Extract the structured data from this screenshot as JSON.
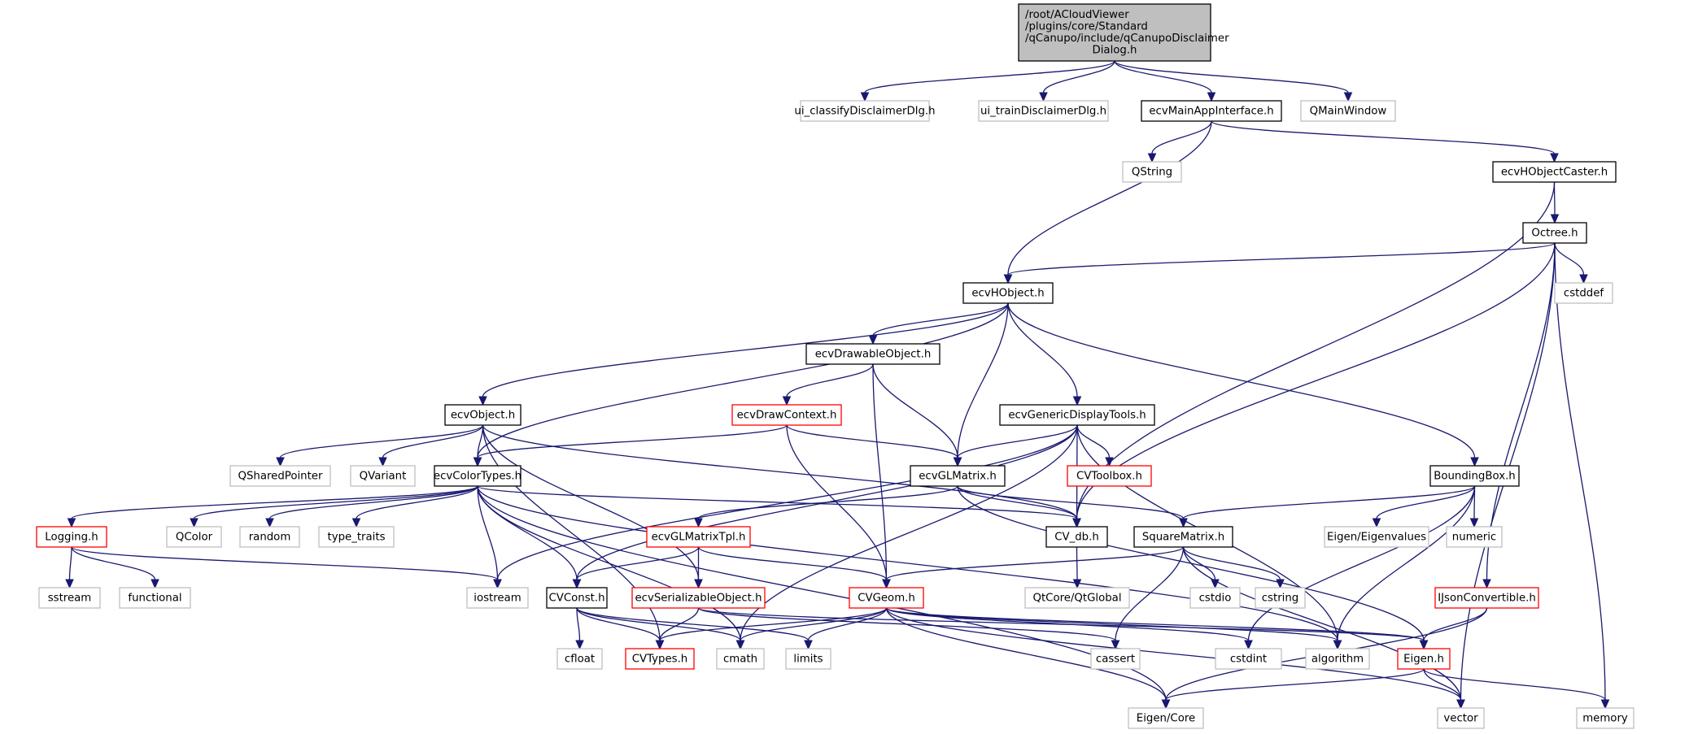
{
  "diagram": {
    "type": "include-dependency-graph",
    "colors": {
      "edge": "#191970",
      "root_fill": "#bfbfbf",
      "documented_border": "#000000",
      "truncated_border": "#ff0000",
      "external_border": "#bfbfbf"
    },
    "nodes": [
      {
        "id": "root",
        "kind": "root",
        "lines": [
          "/root/ACloudViewer",
          "/plugins/core/Standard",
          "/qCanupo/include/qCanupoDisclaimer",
          "Dialog.h"
        ]
      },
      {
        "id": "ui_classify",
        "kind": "ext",
        "lines": [
          "ui_classifyDisclaimerDlg.h"
        ]
      },
      {
        "id": "ui_train",
        "kind": "ext",
        "lines": [
          "ui_trainDisclaimerDlg.h"
        ]
      },
      {
        "id": "ecvMainAppInterface",
        "kind": "doc",
        "lines": [
          "ecvMainAppInterface.h"
        ]
      },
      {
        "id": "QMainWindow",
        "kind": "ext",
        "lines": [
          "QMainWindow"
        ]
      },
      {
        "id": "QString",
        "kind": "ext",
        "lines": [
          "QString"
        ]
      },
      {
        "id": "ecvHObjectCaster",
        "kind": "doc",
        "lines": [
          "ecvHObjectCaster.h"
        ]
      },
      {
        "id": "Octree",
        "kind": "doc",
        "lines": [
          "Octree.h"
        ]
      },
      {
        "id": "cstddef",
        "kind": "ext",
        "lines": [
          "cstddef"
        ]
      },
      {
        "id": "ecvHObject",
        "kind": "doc",
        "lines": [
          "ecvHObject.h"
        ]
      },
      {
        "id": "ecvDrawableObject",
        "kind": "doc",
        "lines": [
          "ecvDrawableObject.h"
        ]
      },
      {
        "id": "ecvObject",
        "kind": "doc",
        "lines": [
          "ecvObject.h"
        ]
      },
      {
        "id": "ecvDrawContext",
        "kind": "trunc",
        "lines": [
          "ecvDrawContext.h"
        ]
      },
      {
        "id": "ecvGenericDisplayTools",
        "kind": "doc",
        "lines": [
          "ecvGenericDisplayTools.h"
        ]
      },
      {
        "id": "QSharedPointer",
        "kind": "ext",
        "lines": [
          "QSharedPointer"
        ]
      },
      {
        "id": "QVariant",
        "kind": "ext",
        "lines": [
          "QVariant"
        ]
      },
      {
        "id": "ecvColorTypes",
        "kind": "doc",
        "lines": [
          "ecvColorTypes.h"
        ]
      },
      {
        "id": "ecvGLMatrix",
        "kind": "doc",
        "lines": [
          "ecvGLMatrix.h"
        ]
      },
      {
        "id": "CVToolbox",
        "kind": "trunc",
        "lines": [
          "CVToolbox.h"
        ]
      },
      {
        "id": "BoundingBox",
        "kind": "doc",
        "lines": [
          "BoundingBox.h"
        ]
      },
      {
        "id": "Logging",
        "kind": "trunc",
        "lines": [
          "Logging.h"
        ]
      },
      {
        "id": "QColor",
        "kind": "ext",
        "lines": [
          "QColor"
        ]
      },
      {
        "id": "random",
        "kind": "ext",
        "lines": [
          "random"
        ]
      },
      {
        "id": "type_traits",
        "kind": "ext",
        "lines": [
          "type_traits"
        ]
      },
      {
        "id": "ecvGLMatrixTpl",
        "kind": "trunc",
        "lines": [
          "ecvGLMatrixTpl.h"
        ]
      },
      {
        "id": "CV_db",
        "kind": "doc",
        "lines": [
          "CV_db.h"
        ]
      },
      {
        "id": "SquareMatrix",
        "kind": "doc",
        "lines": [
          "SquareMatrix.h"
        ]
      },
      {
        "id": "Eigen_Eigenvalues",
        "kind": "ext",
        "lines": [
          "Eigen/Eigenvalues"
        ]
      },
      {
        "id": "numeric",
        "kind": "ext",
        "lines": [
          "numeric"
        ]
      },
      {
        "id": "sstream",
        "kind": "ext",
        "lines": [
          "sstream"
        ]
      },
      {
        "id": "functional",
        "kind": "ext",
        "lines": [
          "functional"
        ]
      },
      {
        "id": "iostream",
        "kind": "ext",
        "lines": [
          "iostream"
        ]
      },
      {
        "id": "CVConst",
        "kind": "doc",
        "lines": [
          "CVConst.h"
        ]
      },
      {
        "id": "ecvSerializableObject",
        "kind": "trunc",
        "lines": [
          "ecvSerializableObject.h"
        ]
      },
      {
        "id": "CVGeom",
        "kind": "trunc",
        "lines": [
          "CVGeom.h"
        ]
      },
      {
        "id": "QtCore_QtGlobal",
        "kind": "ext",
        "lines": [
          "QtCore/QtGlobal"
        ]
      },
      {
        "id": "cstdio",
        "kind": "ext",
        "lines": [
          "cstdio"
        ]
      },
      {
        "id": "cstring",
        "kind": "ext",
        "lines": [
          "cstring"
        ]
      },
      {
        "id": "IJsonConvertible",
        "kind": "trunc",
        "lines": [
          "IJsonConvertible.h"
        ]
      },
      {
        "id": "cfloat",
        "kind": "ext",
        "lines": [
          "cfloat"
        ]
      },
      {
        "id": "CVTypes",
        "kind": "trunc",
        "lines": [
          "CVTypes.h"
        ]
      },
      {
        "id": "cmath",
        "kind": "ext",
        "lines": [
          "cmath"
        ]
      },
      {
        "id": "limits",
        "kind": "ext",
        "lines": [
          "limits"
        ]
      },
      {
        "id": "cassert",
        "kind": "ext",
        "lines": [
          "cassert"
        ]
      },
      {
        "id": "cstdint",
        "kind": "ext",
        "lines": [
          "cstdint"
        ]
      },
      {
        "id": "algorithm",
        "kind": "ext",
        "lines": [
          "algorithm"
        ]
      },
      {
        "id": "Eigen",
        "kind": "trunc",
        "lines": [
          "Eigen.h"
        ]
      },
      {
        "id": "Eigen_Core",
        "kind": "ext",
        "lines": [
          "Eigen/Core"
        ]
      },
      {
        "id": "vector",
        "kind": "ext",
        "lines": [
          "vector"
        ]
      },
      {
        "id": "memory",
        "kind": "ext",
        "lines": [
          "memory"
        ]
      }
    ],
    "edges": [
      [
        "root",
        "ui_classify"
      ],
      [
        "root",
        "ui_train"
      ],
      [
        "root",
        "ecvMainAppInterface"
      ],
      [
        "root",
        "QMainWindow"
      ],
      [
        "ecvMainAppInterface",
        "QString"
      ],
      [
        "ecvMainAppInterface",
        "ecvHObject"
      ],
      [
        "ecvMainAppInterface",
        "ecvHObjectCaster"
      ],
      [
        "ecvHObjectCaster",
        "Octree"
      ],
      [
        "ecvHObjectCaster",
        "CV_db"
      ],
      [
        "Octree",
        "ecvHObject"
      ],
      [
        "Octree",
        "cstddef"
      ],
      [
        "Octree",
        "CV_db"
      ],
      [
        "Octree",
        "IJsonConvertible"
      ],
      [
        "Octree",
        "vector"
      ],
      [
        "Octree",
        "memory"
      ],
      [
        "ecvHObject",
        "ecvObject"
      ],
      [
        "ecvHObject",
        "ecvDrawableObject"
      ],
      [
        "ecvHObject",
        "ecvColorTypes"
      ],
      [
        "ecvHObject",
        "ecvGLMatrix"
      ],
      [
        "ecvHObject",
        "ecvGenericDisplayTools"
      ],
      [
        "ecvHObject",
        "BoundingBox"
      ],
      [
        "ecvDrawableObject",
        "ecvDrawContext"
      ],
      [
        "ecvDrawableObject",
        "ecvGLMatrix"
      ],
      [
        "ecvDrawableObject",
        "CVGeom"
      ],
      [
        "ecvObject",
        "QSharedPointer"
      ],
      [
        "ecvObject",
        "QVariant"
      ],
      [
        "ecvObject",
        "ecvColorTypes"
      ],
      [
        "ecvObject",
        "ecvSerializableObject"
      ],
      [
        "ecvObject",
        "CV_db"
      ],
      [
        "ecvObject",
        "CVTypes"
      ],
      [
        "ecvDrawContext",
        "ecvColorTypes"
      ],
      [
        "ecvDrawContext",
        "ecvGLMatrix"
      ],
      [
        "ecvDrawContext",
        "CVGeom"
      ],
      [
        "ecvGenericDisplayTools",
        "ecvGLMatrix"
      ],
      [
        "ecvGenericDisplayTools",
        "CVToolbox"
      ],
      [
        "ecvGenericDisplayTools",
        "CV_db"
      ],
      [
        "ecvGenericDisplayTools",
        "iostream"
      ],
      [
        "ecvGenericDisplayTools",
        "CVConst"
      ],
      [
        "ecvGenericDisplayTools",
        "cmath"
      ],
      [
        "ecvGenericDisplayTools",
        "algorithm"
      ],
      [
        "ecvColorTypes",
        "Logging"
      ],
      [
        "ecvColorTypes",
        "QColor"
      ],
      [
        "ecvColorTypes",
        "random"
      ],
      [
        "ecvColorTypes",
        "type_traits"
      ],
      [
        "ecvColorTypes",
        "iostream"
      ],
      [
        "ecvColorTypes",
        "CVConst"
      ],
      [
        "ecvColorTypes",
        "CV_db"
      ],
      [
        "ecvColorTypes",
        "cmath"
      ],
      [
        "ecvColorTypes",
        "Eigen_Core"
      ],
      [
        "ecvColorTypes",
        "algorithm"
      ],
      [
        "ecvGLMatrix",
        "ecvGLMatrixTpl"
      ],
      [
        "ecvGLMatrix",
        "CV_db"
      ],
      [
        "ecvGLMatrix",
        "SquareMatrix"
      ],
      [
        "ecvGLMatrix",
        "Eigen"
      ],
      [
        "BoundingBox",
        "SquareMatrix"
      ],
      [
        "BoundingBox",
        "Eigen_Eigenvalues"
      ],
      [
        "BoundingBox",
        "numeric"
      ],
      [
        "BoundingBox",
        "algorithm"
      ],
      [
        "BoundingBox",
        "cstdint"
      ],
      [
        "Logging",
        "sstream"
      ],
      [
        "Logging",
        "functional"
      ],
      [
        "Logging",
        "iostream"
      ],
      [
        "ecvGLMatrixTpl",
        "CVConst"
      ],
      [
        "ecvGLMatrixTpl",
        "ecvSerializableObject"
      ],
      [
        "ecvGLMatrixTpl",
        "CVGeom"
      ],
      [
        "CV_db",
        "QtCore_QtGlobal"
      ],
      [
        "SquareMatrix",
        "CVGeom"
      ],
      [
        "SquareMatrix",
        "cassert"
      ],
      [
        "SquareMatrix",
        "cstdio"
      ],
      [
        "SquareMatrix",
        "cstring"
      ],
      [
        "SquareMatrix",
        "vector"
      ],
      [
        "CVConst",
        "cfloat"
      ],
      [
        "CVConst",
        "CVTypes"
      ],
      [
        "CVConst",
        "cmath"
      ],
      [
        "CVConst",
        "limits"
      ],
      [
        "ecvSerializableObject",
        "CVTypes"
      ],
      [
        "ecvSerializableObject",
        "cassert"
      ],
      [
        "ecvSerializableObject",
        "Eigen"
      ],
      [
        "CVGeom",
        "CVTypes"
      ],
      [
        "CVGeom",
        "cmath"
      ],
      [
        "CVGeom",
        "limits"
      ],
      [
        "CVGeom",
        "cstdint"
      ],
      [
        "CVGeom",
        "algorithm"
      ],
      [
        "CVGeom",
        "Eigen"
      ],
      [
        "CVGeom",
        "Eigen_Core"
      ],
      [
        "CVGeom",
        "vector"
      ],
      [
        "IJsonConvertible",
        "Eigen"
      ],
      [
        "IJsonConvertible",
        "Eigen_Core"
      ],
      [
        "Eigen",
        "Eigen_Core"
      ],
      [
        "Eigen",
        "vector"
      ],
      [
        "Eigen",
        "memory"
      ]
    ]
  }
}
